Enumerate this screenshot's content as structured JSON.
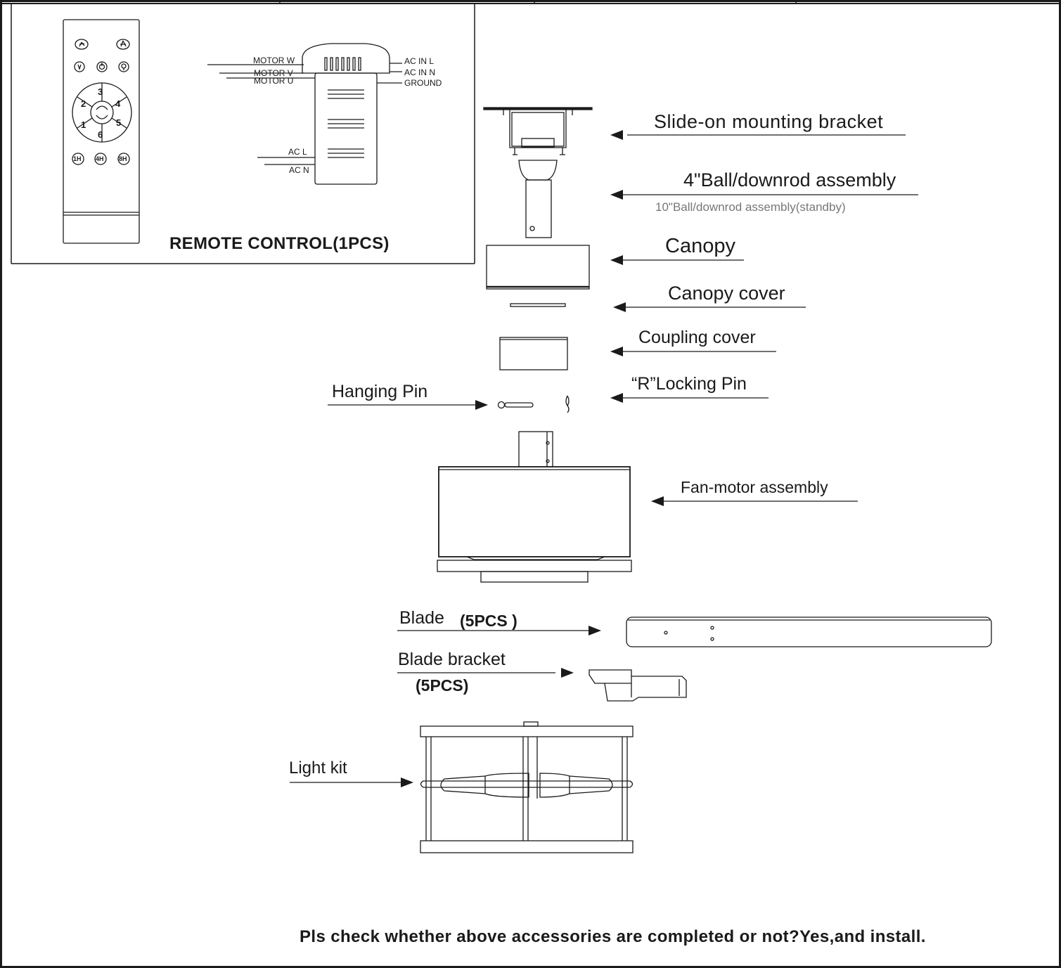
{
  "remote_panel": {
    "title": "REMOTE CONTROL(1PCS)",
    "remote_buttons": [
      "3",
      "2",
      "4",
      "1",
      "5",
      "6",
      "1H",
      "4H",
      "8H"
    ],
    "receiver_labels": {
      "motor_w": "MOTOR W",
      "motor_v": "MOTOR V",
      "motor_u": "MOTOR U",
      "ac_in_l": "AC IN L",
      "ac_in_n": "AC IN N",
      "ground": "GROUND",
      "ac_l": "AC  L",
      "ac_n": "AC N"
    }
  },
  "parts": {
    "slide_on_bracket": "Slide-on  mounting  bracket",
    "ball_downrod": "4\"Ball/downrod assembly",
    "ball_downrod_standby": "10\"Ball/downrod assembly(standby)",
    "canopy": "Canopy",
    "canopy_cover": "Canopy cover",
    "coupling_cover": "Coupling cover",
    "locking_pin": "“R”Locking Pin",
    "hanging_pin": "Hanging Pin",
    "fan_motor": "Fan-motor assembly",
    "blade": "Blade",
    "blade_qty": "(5PCS  )",
    "blade_bracket": "Blade bracket",
    "blade_bracket_qty": "(5PCS)",
    "light_kit": "Light kit"
  },
  "footer_note": "Pls check whether above accessories are completed or not?Yes,and install.",
  "colors": {
    "line": "#1a1a1a",
    "grey_text": "#777777",
    "background": "#ffffff"
  }
}
